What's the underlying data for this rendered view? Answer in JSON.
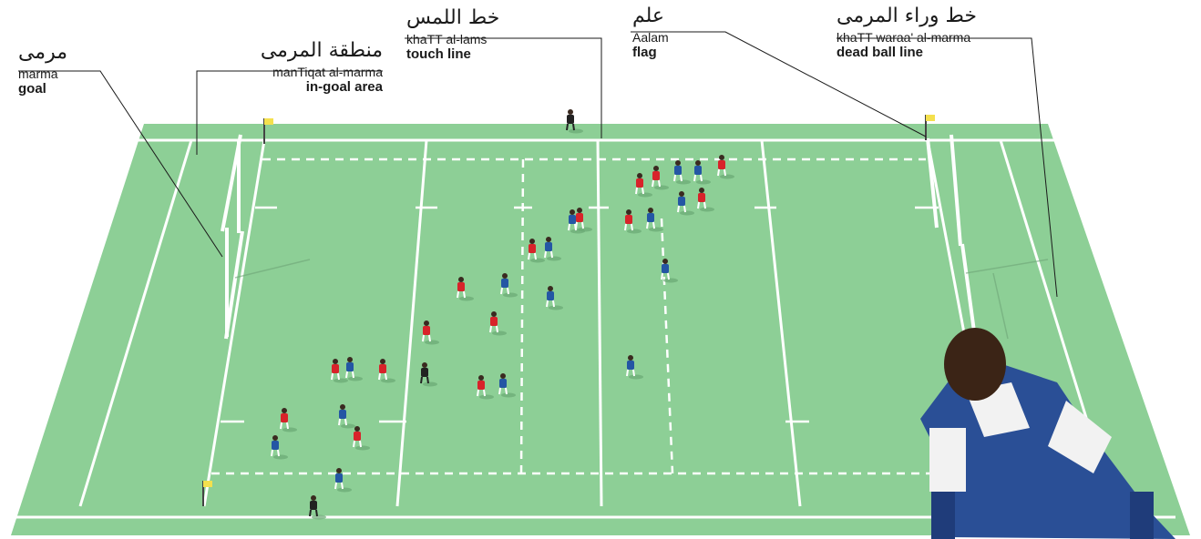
{
  "labels": {
    "goal": {
      "arabic": "مرمى",
      "translit": "marma",
      "english": "goal"
    },
    "ingoal": {
      "arabic": "منطقة المرمى",
      "translit": "manTiqat al-marma",
      "english": "in-goal area"
    },
    "touch": {
      "arabic": "خط اللمس",
      "translit": "khaTT al-lams",
      "english": "touch line"
    },
    "flag": {
      "arabic": "علم",
      "translit": "Aalam",
      "english": "flag"
    },
    "dead": {
      "arabic": "خط وراء المرمى",
      "translit": "khaTT waraa' al-marma",
      "english": "dead ball line"
    }
  },
  "colors": {
    "pitch": "#8dcf96",
    "pitch_border": "#7fc48b",
    "lines": "#ffffff",
    "team_red": "#d8232a",
    "team_blue": "#2456a4",
    "referee": "#222222",
    "flag_yellow": "#f4e04d"
  }
}
